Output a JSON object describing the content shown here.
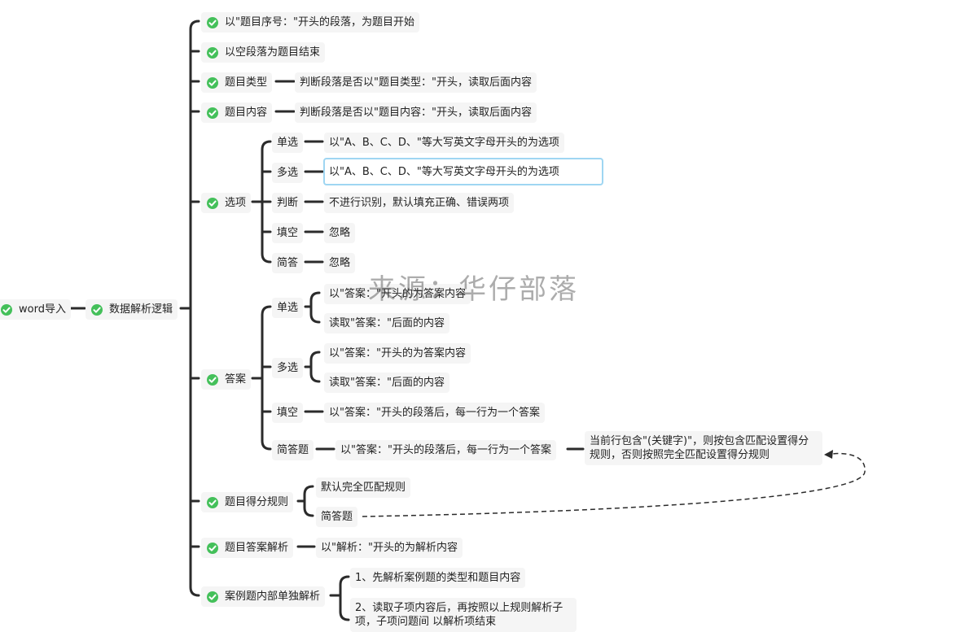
{
  "watermark": "来源：华仔部落",
  "colors": {
    "line": "#2b2b2b",
    "node_bg": "#f5f5f5",
    "check": "#44c05a",
    "selected_border": "#9fd6f2"
  },
  "root": "word导入",
  "main": "数据解析逻辑",
  "sections": {
    "s1": "以\"题目序号：\"开头的段落，为题目开始",
    "s2": "以空段落为题目结束",
    "s3": "题目类型",
    "s3_detail": "判断段落是否以\"题目类型：\"开头，读取后面内容",
    "s4": "题目内容",
    "s4_detail": "判断段落是否以\"题目内容：\"开头，读取后面内容",
    "options": {
      "label": "选项",
      "single": "单选",
      "single_detail": "以\"A、B、C、D、\"等大写英文字母开头的为选项",
      "multi": "多选",
      "multi_detail": "以\"A、B、C、D、\"等大写英文字母开头的为选项",
      "judge": "判断",
      "judge_detail": "不进行识别，默认填充正确、错误两项",
      "fill": "填空",
      "fill_detail": "忽略",
      "short": "简答",
      "short_detail": "忽略"
    },
    "answer": {
      "label": "答案",
      "single": "单选",
      "single_a": "以\"答案：\"开头的为答案内容",
      "single_b": "读取\"答案：\"后面的内容",
      "multi": "多选",
      "multi_a": "以\"答案：\"开头的为答案内容",
      "multi_b": "读取\"答案：\"后面的内容",
      "fill": "填空",
      "fill_detail": "以\"答案：\"开头的段落后，每一行为一个答案",
      "short": "简答题",
      "short_detail": "以\"答案：\"开头的段落后，每一行为一个答案",
      "short_rule": "当前行包含\"(关键字)\"，则按包含匹配设置得分规则，否则按照完全匹配设置得分规则"
    },
    "scoring": {
      "label": "题目得分规则",
      "default": "默认完全匹配规则",
      "short": "简答题"
    },
    "analysis": {
      "label": "题目答案解析",
      "detail": "以\"解析：\"开头的为解析内容"
    },
    "case": {
      "label": "案例题内部单独解析",
      "step1": "1、先解析案例题的类型和题目内容",
      "step2": "2、读取子项内容后，再按照以上规则解析子项，子项问题间 以解析项结束"
    }
  }
}
